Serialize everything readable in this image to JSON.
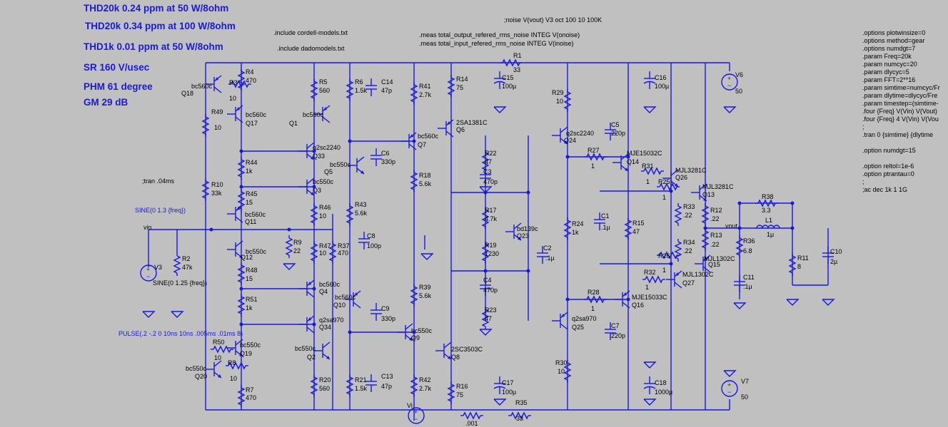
{
  "headline": [
    "THD20k 0.24 ppm at 50 W/8ohm",
    "THD20k 0.34 ppm at 100 W/8ohm",
    "THD1k 0.01 ppm at 50 W/8ohm",
    "SR 160 V/usec",
    "PHM  61 degree",
    "GM 29 dB"
  ],
  "directives": {
    "include1": ".include cordell-models.txt",
    "include2": ".include dadomodels.txt",
    "noise": ";noise V(vout) V3 oct 100 10 100K",
    "meas1": ".meas total_output_refered_rms_noise INTEG V(onoise)",
    "meas2": ".meas total_input_refered_rms_noise INTEG V(inoise)",
    "tran_comment": ";tran .04ms"
  },
  "options_block": [
    ".options plotwinsize=0",
    ".options method=gear",
    ".options numdgt=7",
    ".param Freq=20k",
    ".param numcyc=20",
    ".param dlycyc=5",
    ".param FFT=2**16",
    ".param simtime=numcyc/Fr",
    ".param dlytime=dlycyc/Fre",
    ".param timestep=(simtime-",
    ".four {Freq} V(Vin) V(Vout)",
    ".four {Freq} 4 V(Vin) V(Vou",
    ";",
    ".tran 0 {simtime} {dlytime",
    "",
    ".option numdgt=15",
    "",
    ".option reltol=1e-6",
    ".option ptrantau=0",
    ";",
    ";ac dec 1k 1 1G"
  ],
  "sources": {
    "sine_a": "SINE(0 1.3 {freq})",
    "sine_b": "SINE(0 1.25 {freq})",
    "pulse": "PULSE(.2 -.2 0 10ns 10ns .005ms .01ms 8)"
  },
  "nets": {
    "vin": "vin",
    "vout": "vout"
  },
  "resistors": [
    {
      "ref": "R4",
      "val": "470"
    },
    {
      "ref": "R3",
      "val": "10"
    },
    {
      "ref": "R49",
      "val": "10"
    },
    {
      "ref": "R5",
      "val": "560"
    },
    {
      "ref": "R6",
      "val": "1.5k"
    },
    {
      "ref": "R41",
      "val": "2.7k"
    },
    {
      "ref": "R14",
      "val": "75"
    },
    {
      "ref": "R1",
      "val": "33"
    },
    {
      "ref": "R29",
      "val": "10"
    },
    {
      "ref": "R44",
      "val": "1k"
    },
    {
      "ref": "R10",
      "val": "33k"
    },
    {
      "ref": "R45",
      "val": "15"
    },
    {
      "ref": "R46",
      "val": "10"
    },
    {
      "ref": "R43",
      "val": "5.6k"
    },
    {
      "ref": "R18",
      "val": "5.6k"
    },
    {
      "ref": "R22",
      "val": "47"
    },
    {
      "ref": "R17",
      "val": "4.7k"
    },
    {
      "ref": "R19",
      "val": "1230"
    },
    {
      "ref": "R23",
      "val": "47"
    },
    {
      "ref": "R27",
      "val": "1"
    },
    {
      "ref": "R31",
      "val": "1"
    },
    {
      "ref": "R25",
      "val": "1"
    },
    {
      "ref": "R24",
      "val": "1k"
    },
    {
      "ref": "R15",
      "val": "47"
    },
    {
      "ref": "R33",
      "val": ".22"
    },
    {
      "ref": "R12",
      "val": ".22"
    },
    {
      "ref": "R34",
      "val": ".22"
    },
    {
      "ref": "R13",
      "val": ".22"
    },
    {
      "ref": "R38",
      "val": "3.3"
    },
    {
      "ref": "R36",
      "val": "6.8"
    },
    {
      "ref": "R11",
      "val": "8"
    },
    {
      "ref": "R2",
      "val": "47k"
    },
    {
      "ref": "R9",
      "val": "22"
    },
    {
      "ref": "R47",
      "val": "10"
    },
    {
      "ref": "R37",
      "val": "470"
    },
    {
      "ref": "R48",
      "val": "15"
    },
    {
      "ref": "R51",
      "val": "1k"
    },
    {
      "ref": "R39",
      "val": "5.6k"
    },
    {
      "ref": "R26",
      "val": "1"
    },
    {
      "ref": "R32",
      "val": "1"
    },
    {
      "ref": "R28",
      "val": "1"
    },
    {
      "ref": "R50",
      "val": "10"
    },
    {
      "ref": "R8",
      "val": "10"
    },
    {
      "ref": "R7",
      "val": "470"
    },
    {
      "ref": "R20",
      "val": "560"
    },
    {
      "ref": "R21",
      "val": "1.5k"
    },
    {
      "ref": "R42",
      "val": "2.7k"
    },
    {
      "ref": "R16",
      "val": "75"
    },
    {
      "ref": "R30",
      "val": "10"
    },
    {
      "ref": "R35",
      "val": "33"
    },
    {
      "ref": "R_shunt",
      "val": ".001"
    }
  ],
  "capacitors": [
    {
      "ref": "C14",
      "val": "47p"
    },
    {
      "ref": "C15",
      "val": "100µ"
    },
    {
      "ref": "C16",
      "val": "100µ"
    },
    {
      "ref": "C5",
      "val": "220p"
    },
    {
      "ref": "C6",
      "val": "330p"
    },
    {
      "ref": "C3",
      "val": "470p"
    },
    {
      "ref": "C8",
      "val": "100p"
    },
    {
      "ref": "C1",
      "val": ".1µ"
    },
    {
      "ref": "C2",
      "val": ".1µ"
    },
    {
      "ref": "C4",
      "val": "470p"
    },
    {
      "ref": "C9",
      "val": "330p"
    },
    {
      "ref": "C7",
      "val": "220p"
    },
    {
      "ref": "C11",
      "val": ".1µ"
    },
    {
      "ref": "C10",
      "val": "2µ"
    },
    {
      "ref": "C13",
      "val": "47p"
    },
    {
      "ref": "C17",
      "val": "100µ"
    },
    {
      "ref": "C18",
      "val": "1000µ"
    }
  ],
  "transistors": [
    {
      "ref": "Q18",
      "model": "bc560c"
    },
    {
      "ref": "Q17",
      "model": "bc560c"
    },
    {
      "ref": "Q1",
      "model": "bc560c"
    },
    {
      "ref": "Q6",
      "model": "2SA1381C"
    },
    {
      "ref": "Q7",
      "model": "bc560c"
    },
    {
      "ref": "Q33",
      "model": "q2sc2240"
    },
    {
      "ref": "Q5",
      "model": "bc550c"
    },
    {
      "ref": "Q3",
      "model": "bc550c"
    },
    {
      "ref": "Q24",
      "model": "q2sc2240"
    },
    {
      "ref": "Q14",
      "model": "MJE15032C"
    },
    {
      "ref": "Q26",
      "model": "MJL3281C"
    },
    {
      "ref": "Q13",
      "model": "MJL3281C"
    },
    {
      "ref": "Q11",
      "model": "bc560c"
    },
    {
      "ref": "Q12",
      "model": "bc550c"
    },
    {
      "ref": "Q23",
      "model": "bd139c"
    },
    {
      "ref": "Q15",
      "model": "MJL1302C"
    },
    {
      "ref": "Q27",
      "model": "MJL1302C"
    },
    {
      "ref": "Q4",
      "model": "bc560c"
    },
    {
      "ref": "Q10",
      "model": "bc560c"
    },
    {
      "ref": "Q16",
      "model": "MJE15033C"
    },
    {
      "ref": "Q34",
      "model": "q2sa970"
    },
    {
      "ref": "Q9",
      "model": "bc550c"
    },
    {
      "ref": "Q25",
      "model": "q2sa970"
    },
    {
      "ref": "Q19",
      "model": "bc550c"
    },
    {
      "ref": "Q20",
      "model": "bc550c"
    },
    {
      "ref": "Q2",
      "model": "bc550c"
    },
    {
      "ref": "Q8",
      "model": "2SC3503C"
    }
  ],
  "sources_refs": [
    {
      "ref": "V6",
      "val": "50"
    },
    {
      "ref": "V7",
      "val": "50"
    },
    {
      "ref": "V3",
      "val": ""
    },
    {
      "ref": "Vi",
      "val": ""
    }
  ],
  "inductors": [
    {
      "ref": "L1",
      "val": "1µ"
    }
  ]
}
